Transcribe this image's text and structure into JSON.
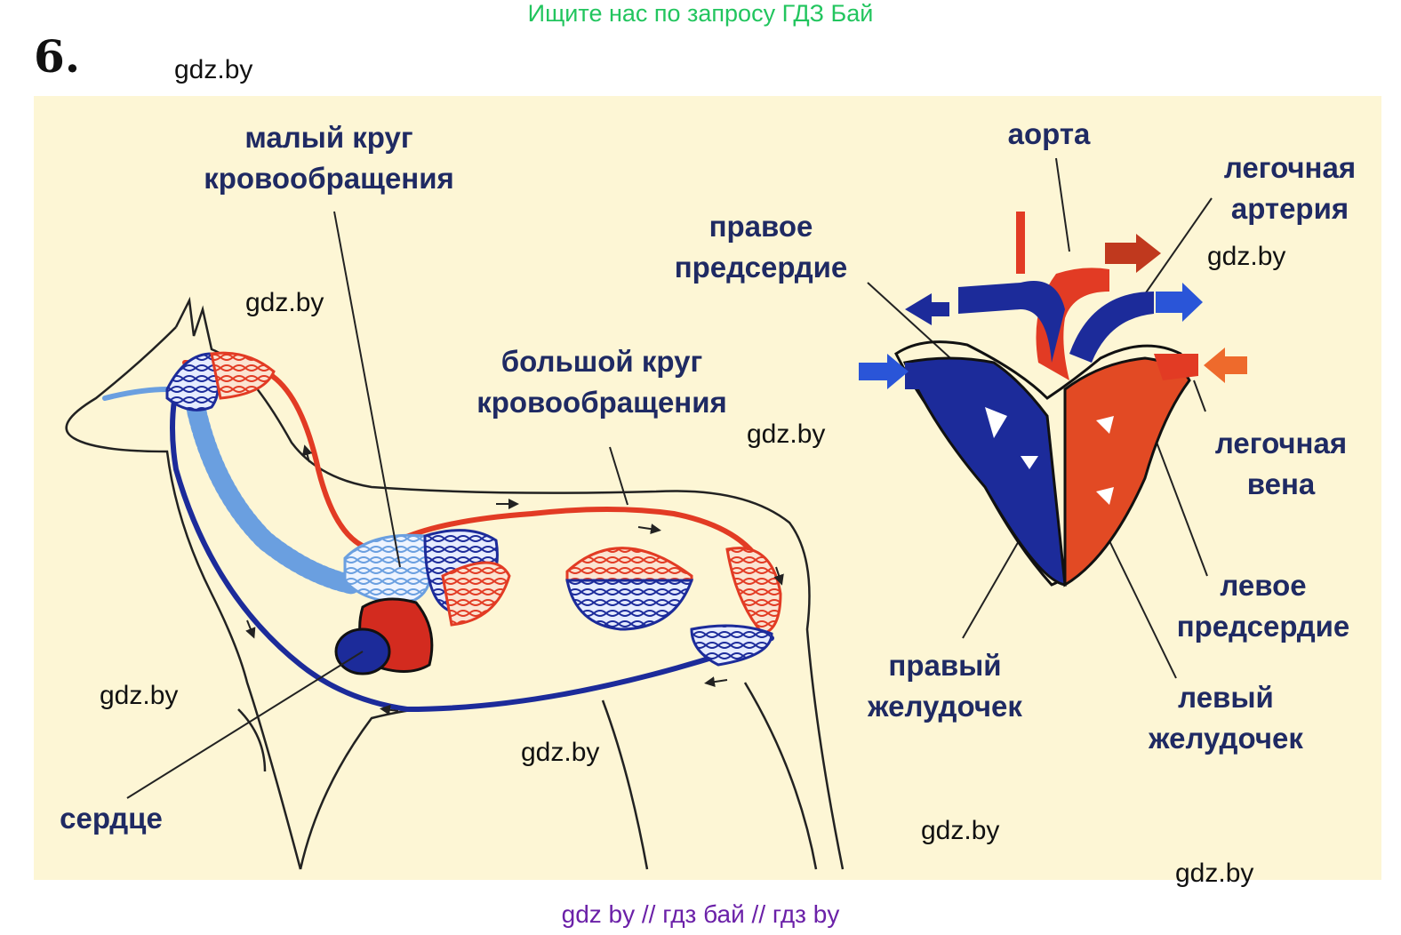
{
  "banner": "Ищите нас по запросу ГДЗ Бай",
  "task_number": "6.",
  "watermark": "gdz.by",
  "footer": "gdz by  //  гдз бай  //  гдз by",
  "colors": {
    "background": "#fdf6d5",
    "arterial": "#e23b24",
    "venous": "#1c2b9a",
    "capillary_venous": "#6a9fe0",
    "label": "#1f2a63",
    "banner": "#22c55e",
    "footer": "#6b21a8"
  },
  "labels": {
    "small_circle_line1": "малый круг",
    "small_circle_line2": "кровообращения",
    "big_circle_line1": "большой круг",
    "big_circle_line2": "кровообращения",
    "heart": "сердце",
    "aorta": "аорта",
    "pulmonary_artery_line1": "легочная",
    "pulmonary_artery_line2": "артерия",
    "right_atrium_line1": "правое",
    "right_atrium_line2": "предсердие",
    "pulmonary_vein_line1": "легочная",
    "pulmonary_vein_line2": "вена",
    "left_atrium_line1": "левое",
    "left_atrium_line2": "предсердие",
    "right_ventricle_line1": "правый",
    "right_ventricle_line2": "желудочек",
    "left_ventricle_line1": "левый",
    "left_ventricle_line2": "желудочек"
  }
}
